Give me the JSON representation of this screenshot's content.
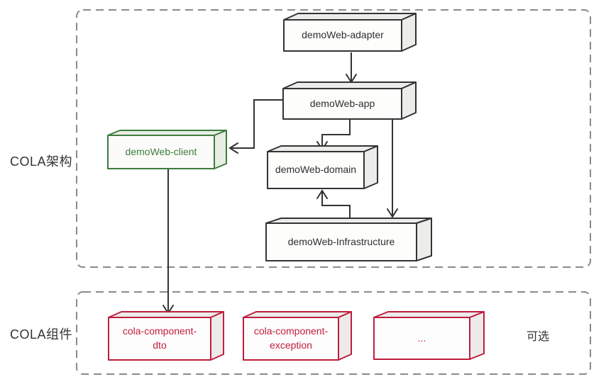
{
  "groups": {
    "architecture": {
      "label": "COLA架构",
      "boxes": {
        "adapter": {
          "label": "demoWeb-adapter"
        },
        "app": {
          "label": "demoWeb-app"
        },
        "client": {
          "label": "demoWeb-client",
          "accent_color": "#3e7c3e"
        },
        "domain": {
          "label": "demoWeb-domain"
        },
        "infrastructure": {
          "label": "demoWeb-Infrastructure"
        }
      },
      "edges": [
        {
          "from": "demoWeb-adapter",
          "to": "demoWeb-app"
        },
        {
          "from": "demoWeb-app",
          "to": "demoWeb-client"
        },
        {
          "from": "demoWeb-app",
          "to": "demoWeb-domain"
        },
        {
          "from": "demoWeb-app",
          "to": "demoWeb-Infrastructure"
        },
        {
          "from": "demoWeb-Infrastructure",
          "to": "demoWeb-domain"
        },
        {
          "from": "demoWeb-client",
          "to": "cola-component-dto"
        }
      ]
    },
    "components": {
      "label": "COLA组件",
      "boxes": {
        "dto": {
          "label": "cola-component-\ndto",
          "accent_color": "#bf1e3e"
        },
        "exception": {
          "label": "cola-component-\nexception",
          "accent_color": "#bf1e3e"
        },
        "more": {
          "label": "...",
          "accent_color": "#bf1e3e"
        }
      },
      "note": "可选"
    }
  },
  "colors": {
    "box_border": "#333333",
    "box_face": "#fdfdfc",
    "box_shade": "#ececea",
    "green_accent": "#3e7c3e",
    "green_shade": "#eaede6",
    "red_accent": "#bf1e3e",
    "arrow": "#333333",
    "group_border": "#8a8a8a",
    "background": "#ffffff"
  }
}
